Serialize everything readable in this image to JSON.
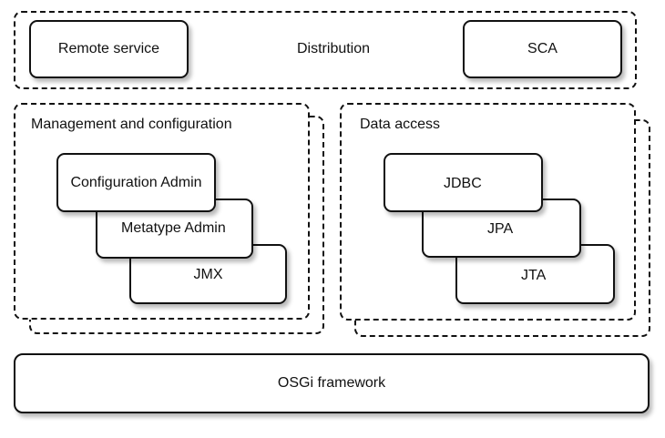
{
  "distribution": {
    "title": "Distribution",
    "items": [
      "Remote service",
      "SCA"
    ]
  },
  "management": {
    "title": "Management and configuration",
    "items": [
      "Configuration Admin",
      "Metatype Admin",
      "JMX"
    ]
  },
  "data_access": {
    "title": "Data access",
    "items": [
      "JDBC",
      "JPA",
      "JTA"
    ]
  },
  "framework": {
    "label": "OSGi framework"
  }
}
